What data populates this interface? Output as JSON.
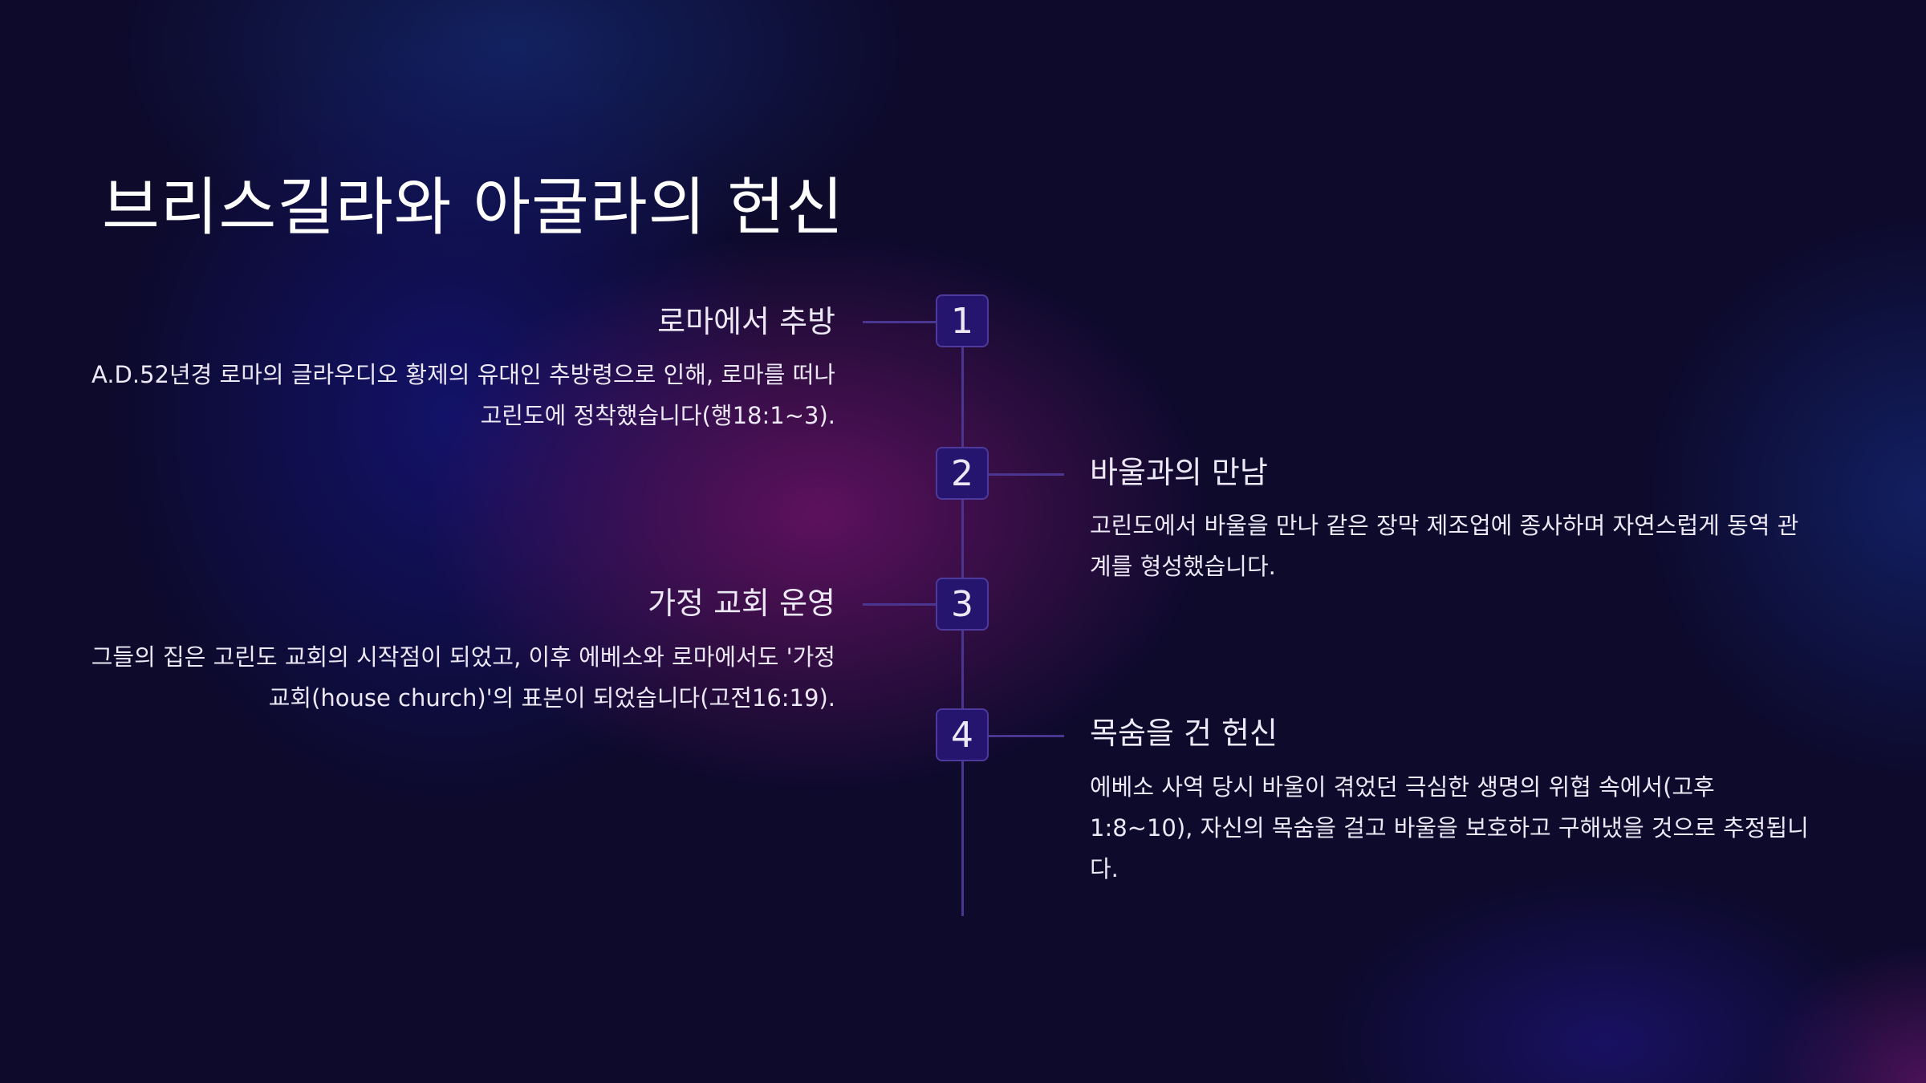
{
  "title": "브리스길라와 아굴라의 헌신",
  "items": [
    {
      "number": "1",
      "heading": "로마에서 추방",
      "body": "A.D.52년경 로마의 글라우디오 황제의 유대인 추방령으로 인해, 로마를 떠나 고린도에 정착했습니다(행18:1~3)."
    },
    {
      "number": "2",
      "heading": "바울과의 만남",
      "body": "고린도에서 바울을 만나 같은 장막 제조업에 종사하며 자연스럽게 동역 관계를 형성했습니다."
    },
    {
      "number": "3",
      "heading": "가정 교회 운영",
      "body": "그들의 집은 고린도 교회의 시작점이 되었고, 이후 에베소와 로마에서도 '가정 교회(house church)'의 표본이 되었습니다(고전16:19)."
    },
    {
      "number": "4",
      "heading": "목숨을 건 헌신",
      "body": "에베소 사역 당시 바울이 겪었던 극심한 생명의 위협 속에서(고후 1:8~10), 자신의 목숨을 걸고 바울을 보호하고 구해냈을 것으로 추정됩니다."
    }
  ]
}
